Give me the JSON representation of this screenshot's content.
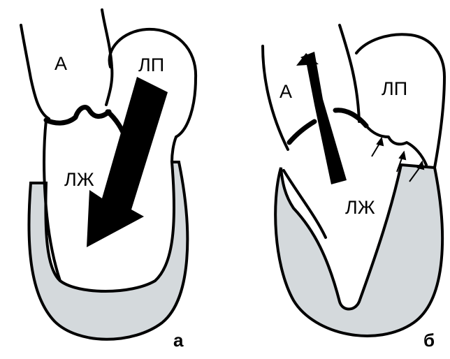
{
  "colors": {
    "myocardium": "#d4d9dc",
    "ink": "#000000",
    "background": "#ffffff"
  },
  "panel_a": {
    "label": "а",
    "aorta": "А",
    "left_atrium": "ЛП",
    "left_ventricle": "ЛЖ"
  },
  "panel_b": {
    "label": "б",
    "aorta": "А",
    "left_atrium": "ЛП",
    "left_ventricle": "ЛЖ"
  }
}
